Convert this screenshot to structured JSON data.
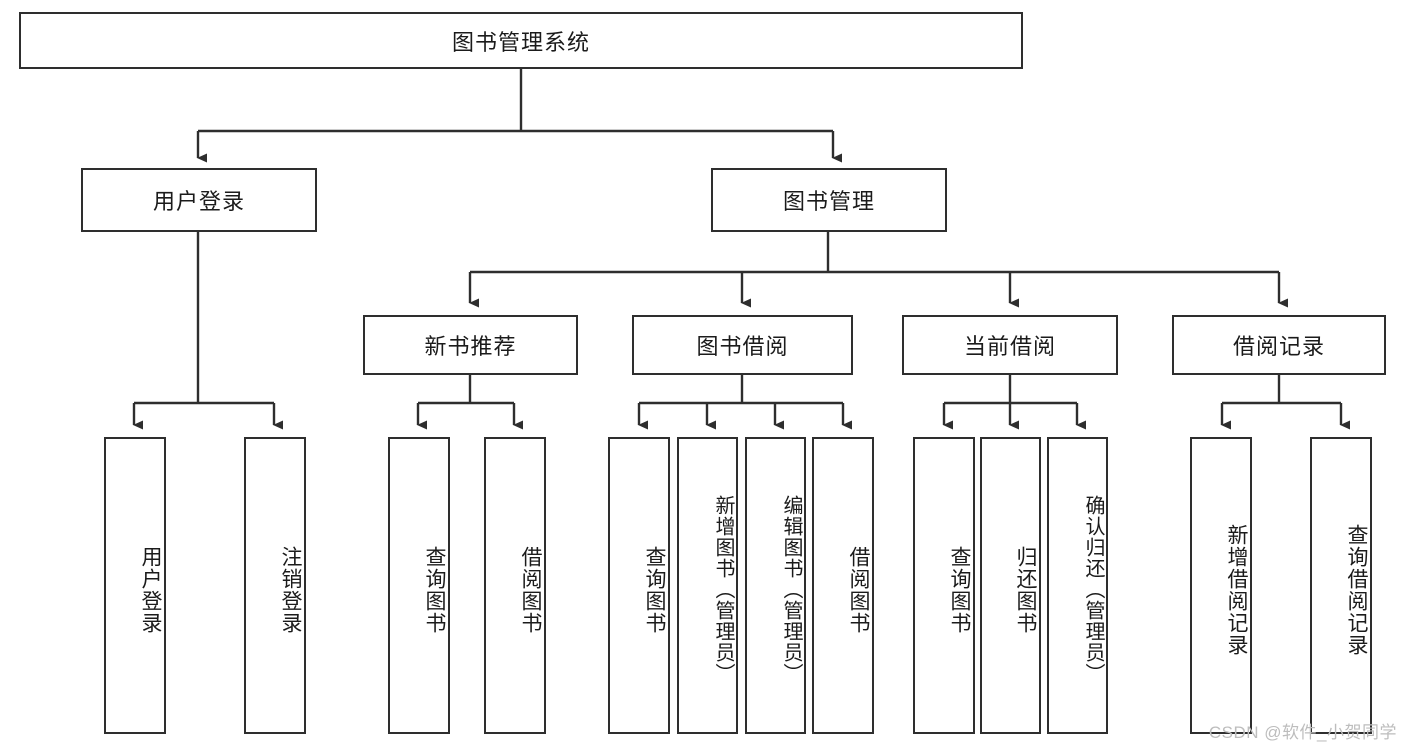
{
  "diagram": {
    "title": "图书管理系统",
    "type": "tree-hierarchy-chart",
    "root": {
      "label": "图书管理系统"
    },
    "level2": [
      {
        "label": "用户登录"
      },
      {
        "label": "图书管理"
      }
    ],
    "level3": [
      {
        "label": "新书推荐"
      },
      {
        "label": "图书借阅"
      },
      {
        "label": "当前借阅"
      },
      {
        "label": "借阅记录"
      }
    ],
    "leaves": {
      "user_login": [
        {
          "label": "用户登录"
        },
        {
          "label": "注销登录"
        }
      ],
      "new_book_recommend": [
        {
          "label": "查询图书"
        },
        {
          "label": "借阅图书"
        }
      ],
      "book_borrow": [
        {
          "label": "查询图书"
        },
        {
          "label": "新增图书（管理员）"
        },
        {
          "label": "编辑图书（管理员）"
        },
        {
          "label": "借阅图书"
        }
      ],
      "current_borrow": [
        {
          "label": "查询图书"
        },
        {
          "label": "归还图书"
        },
        {
          "label": "确认归还（管理员）"
        }
      ],
      "borrow_record": [
        {
          "label": "新增借阅记录"
        },
        {
          "label": "查询借阅记录"
        }
      ]
    }
  },
  "watermark": {
    "text": "CSDN @软件_小贺同学"
  },
  "colors": {
    "border": "#2e2e2e",
    "background": "#ffffff",
    "text": "#1b1b1b",
    "watermark": "#bdbdbd"
  }
}
